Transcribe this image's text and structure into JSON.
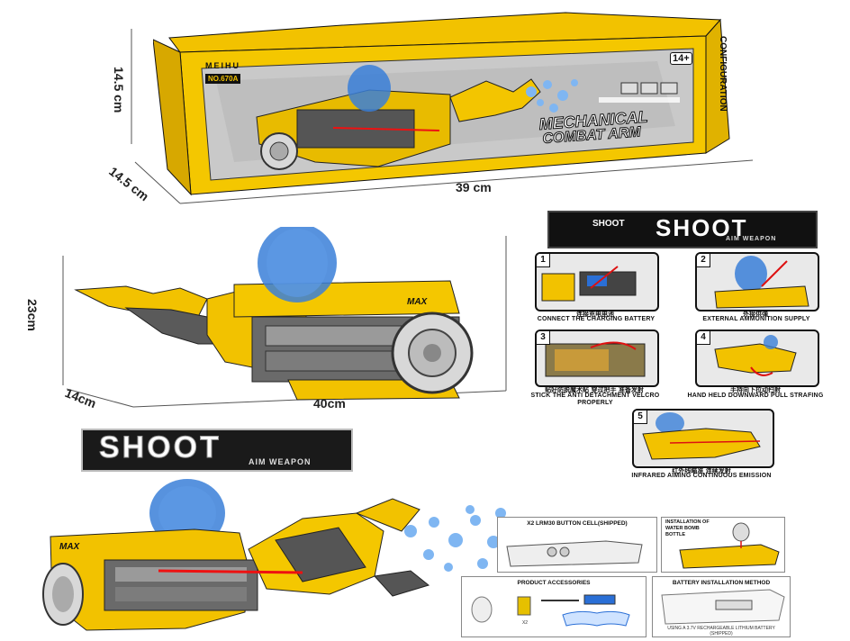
{
  "box": {
    "brand": "MEIHU",
    "model": "NO.670A",
    "age": "14+",
    "title_line1": "MECHANICAL",
    "title_line2": "COMBAT ARM",
    "side_text": "CONFIGURATION",
    "dim_height": "14.5 cm",
    "dim_depth": "14.5 cm",
    "dim_length": "39 cm"
  },
  "product": {
    "badge": "MAX",
    "dim_height": "23cm",
    "dim_depth": "14cm",
    "dim_length": "40cm"
  },
  "shoot_banner_right": {
    "small": "SHOOT",
    "big": "SHOOT",
    "sub": "AIM WEAPON"
  },
  "steps": [
    {
      "num": "1",
      "cn": "连接充电电池",
      "en": "CONNECT THE CHARGING BATTERY"
    },
    {
      "num": "2",
      "cn": "外接供弹",
      "en": "EXTERNAL AMMUNITION SUPPLY"
    },
    {
      "num": "3",
      "cn": "贴好防脱魔术贴 穿过把手 准备发射",
      "en": "STICK THE ANTI DETACHMENT VELCRO PROPERLY"
    },
    {
      "num": "4",
      "cn": "手持向下拉动扫射",
      "en": "HAND HELD DOWNWARD PULL STRAFING"
    },
    {
      "num": "5",
      "cn": "红外线瞄准 连续发射",
      "en": "INFRARED  AIMING CONTINUOUS EMISSION"
    }
  ],
  "shoot_banner_left": {
    "big": "SHOOT",
    "sub": "AIM WEAPON"
  },
  "accessories": {
    "button_cell": "X2 LRM30 BUTTON CELL(SHIPPED)",
    "install_water": "INSTALLATION OF WATER BOMB BOTTLE",
    "product_accessories": "PRODUCT ACCESSORIES",
    "battery_method": "BATTERY INSTALLATION METHOD",
    "battery_note": "USING A 3.7V RECHARGEABLE LITHIUM BATTERY (SHIPPED)",
    "qty": "X2"
  },
  "colors": {
    "yellow": "#f2c200",
    "dark": "#2b2b2b",
    "gray": "#8a8a8a",
    "blue_beads": "#3a7fd8"
  }
}
